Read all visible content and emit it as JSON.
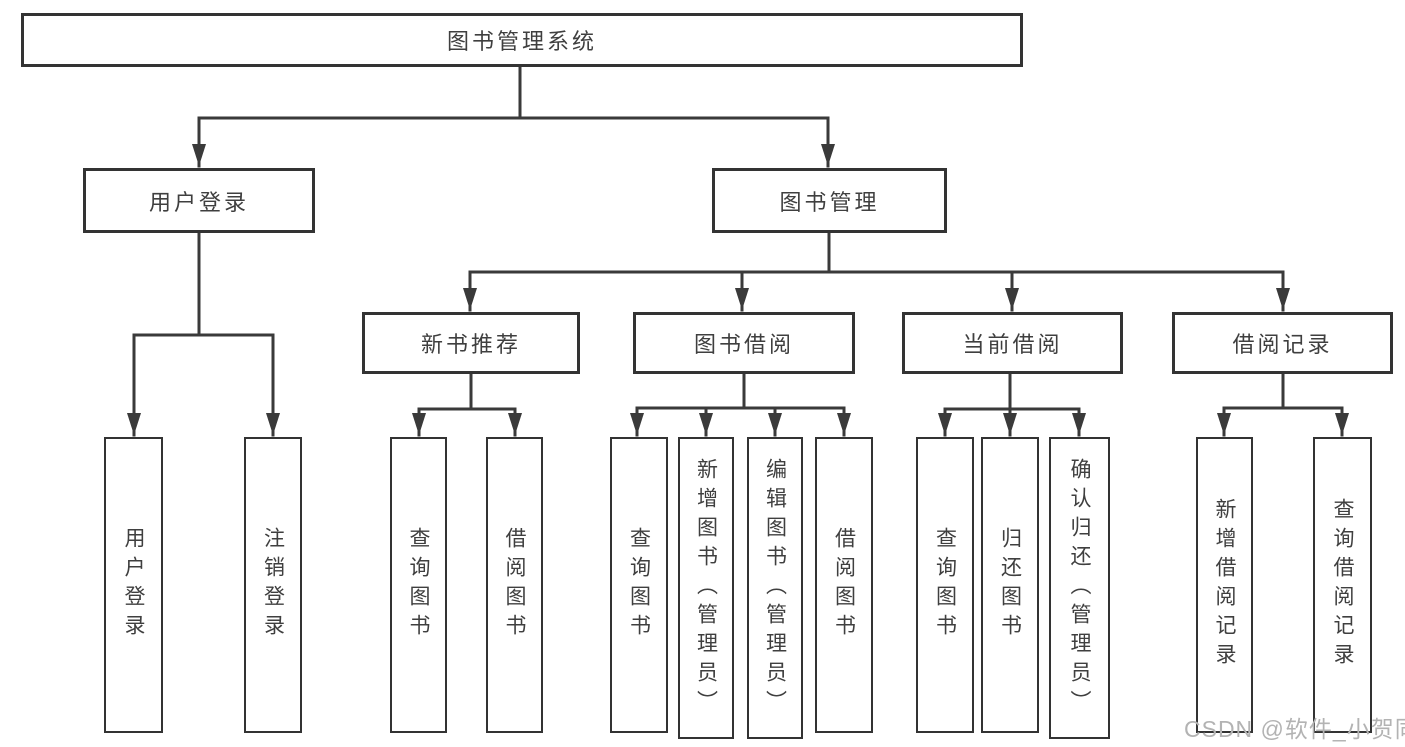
{
  "tree": {
    "root": {
      "label": "图书管理系统"
    },
    "branches": [
      {
        "label": "用户登录",
        "children": [
          {
            "label": "用户登录"
          },
          {
            "label": "注销登录"
          }
        ]
      },
      {
        "label": "图书管理",
        "children": [
          {
            "label": "新书推荐",
            "children": [
              {
                "label": "查询图书"
              },
              {
                "label": "借阅图书"
              }
            ]
          },
          {
            "label": "图书借阅",
            "children": [
              {
                "label": "查询图书"
              },
              {
                "label": "新增图书（管理员）"
              },
              {
                "label": "编辑图书（管理员）"
              },
              {
                "label": "借阅图书"
              }
            ]
          },
          {
            "label": "当前借阅",
            "children": [
              {
                "label": "查询图书"
              },
              {
                "label": "归还图书"
              },
              {
                "label": "确认归还（管理员）"
              }
            ]
          },
          {
            "label": "借阅记录",
            "children": [
              {
                "label": "新增借阅记录"
              },
              {
                "label": "查询借阅记录"
              }
            ]
          }
        ]
      }
    ]
  },
  "watermark": {
    "text": "CSDN @软件_小贺同学"
  },
  "colors": {
    "line": "#3a3a3a",
    "box_border": "#333333",
    "text": "#3f3f3f",
    "background": "#ffffff",
    "watermark": "#b3b3b3"
  }
}
